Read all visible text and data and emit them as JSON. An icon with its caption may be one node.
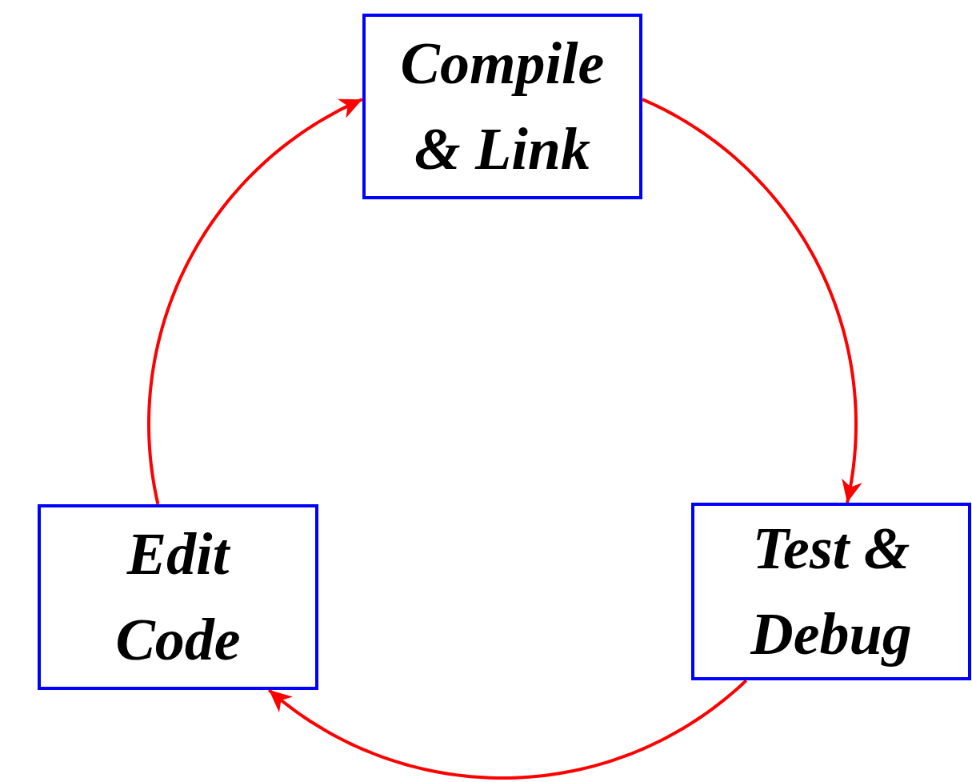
{
  "diagram": {
    "nodes": [
      {
        "text": [
          "Compile & Link"
        ]
      },
      {
        "text": [
          "Test & Debug"
        ]
      },
      {
        "text": [
          "Edit Code"
        ]
      }
    ],
    "edges": [
      {
        "from": 0,
        "to": 1,
        "arrow": "to"
      },
      {
        "from": 1,
        "to": 2,
        "arrow": "to"
      },
      {
        "from": 2,
        "to": 0,
        "arrow": "to"
      }
    ]
  }
}
